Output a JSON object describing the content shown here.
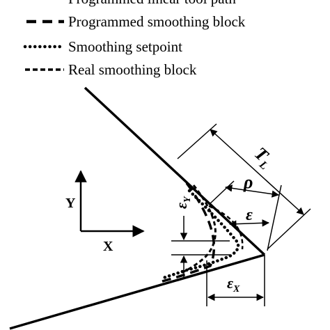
{
  "legend": {
    "items": [
      {
        "label": "Programmed linear tool path",
        "style": "solid-thin"
      },
      {
        "label": "Programmed smoothing block",
        "style": "long-dash"
      },
      {
        "label": "Smoothing setpoint",
        "style": "dotted"
      },
      {
        "label": "Real smoothing block",
        "style": "short-dash"
      }
    ]
  },
  "axes": {
    "x_label": "X",
    "y_label": "Y"
  },
  "dimensions": {
    "tl_main": "T",
    "tl_sub": "L",
    "rho": "ρ",
    "epsilon": "ε",
    "epsilon_y_main": "ε",
    "epsilon_y_sub": "Y",
    "epsilon_x_main": "ε",
    "epsilon_x_sub": "X"
  },
  "colors": {
    "ink": "#000000",
    "background": "#ffffff"
  }
}
